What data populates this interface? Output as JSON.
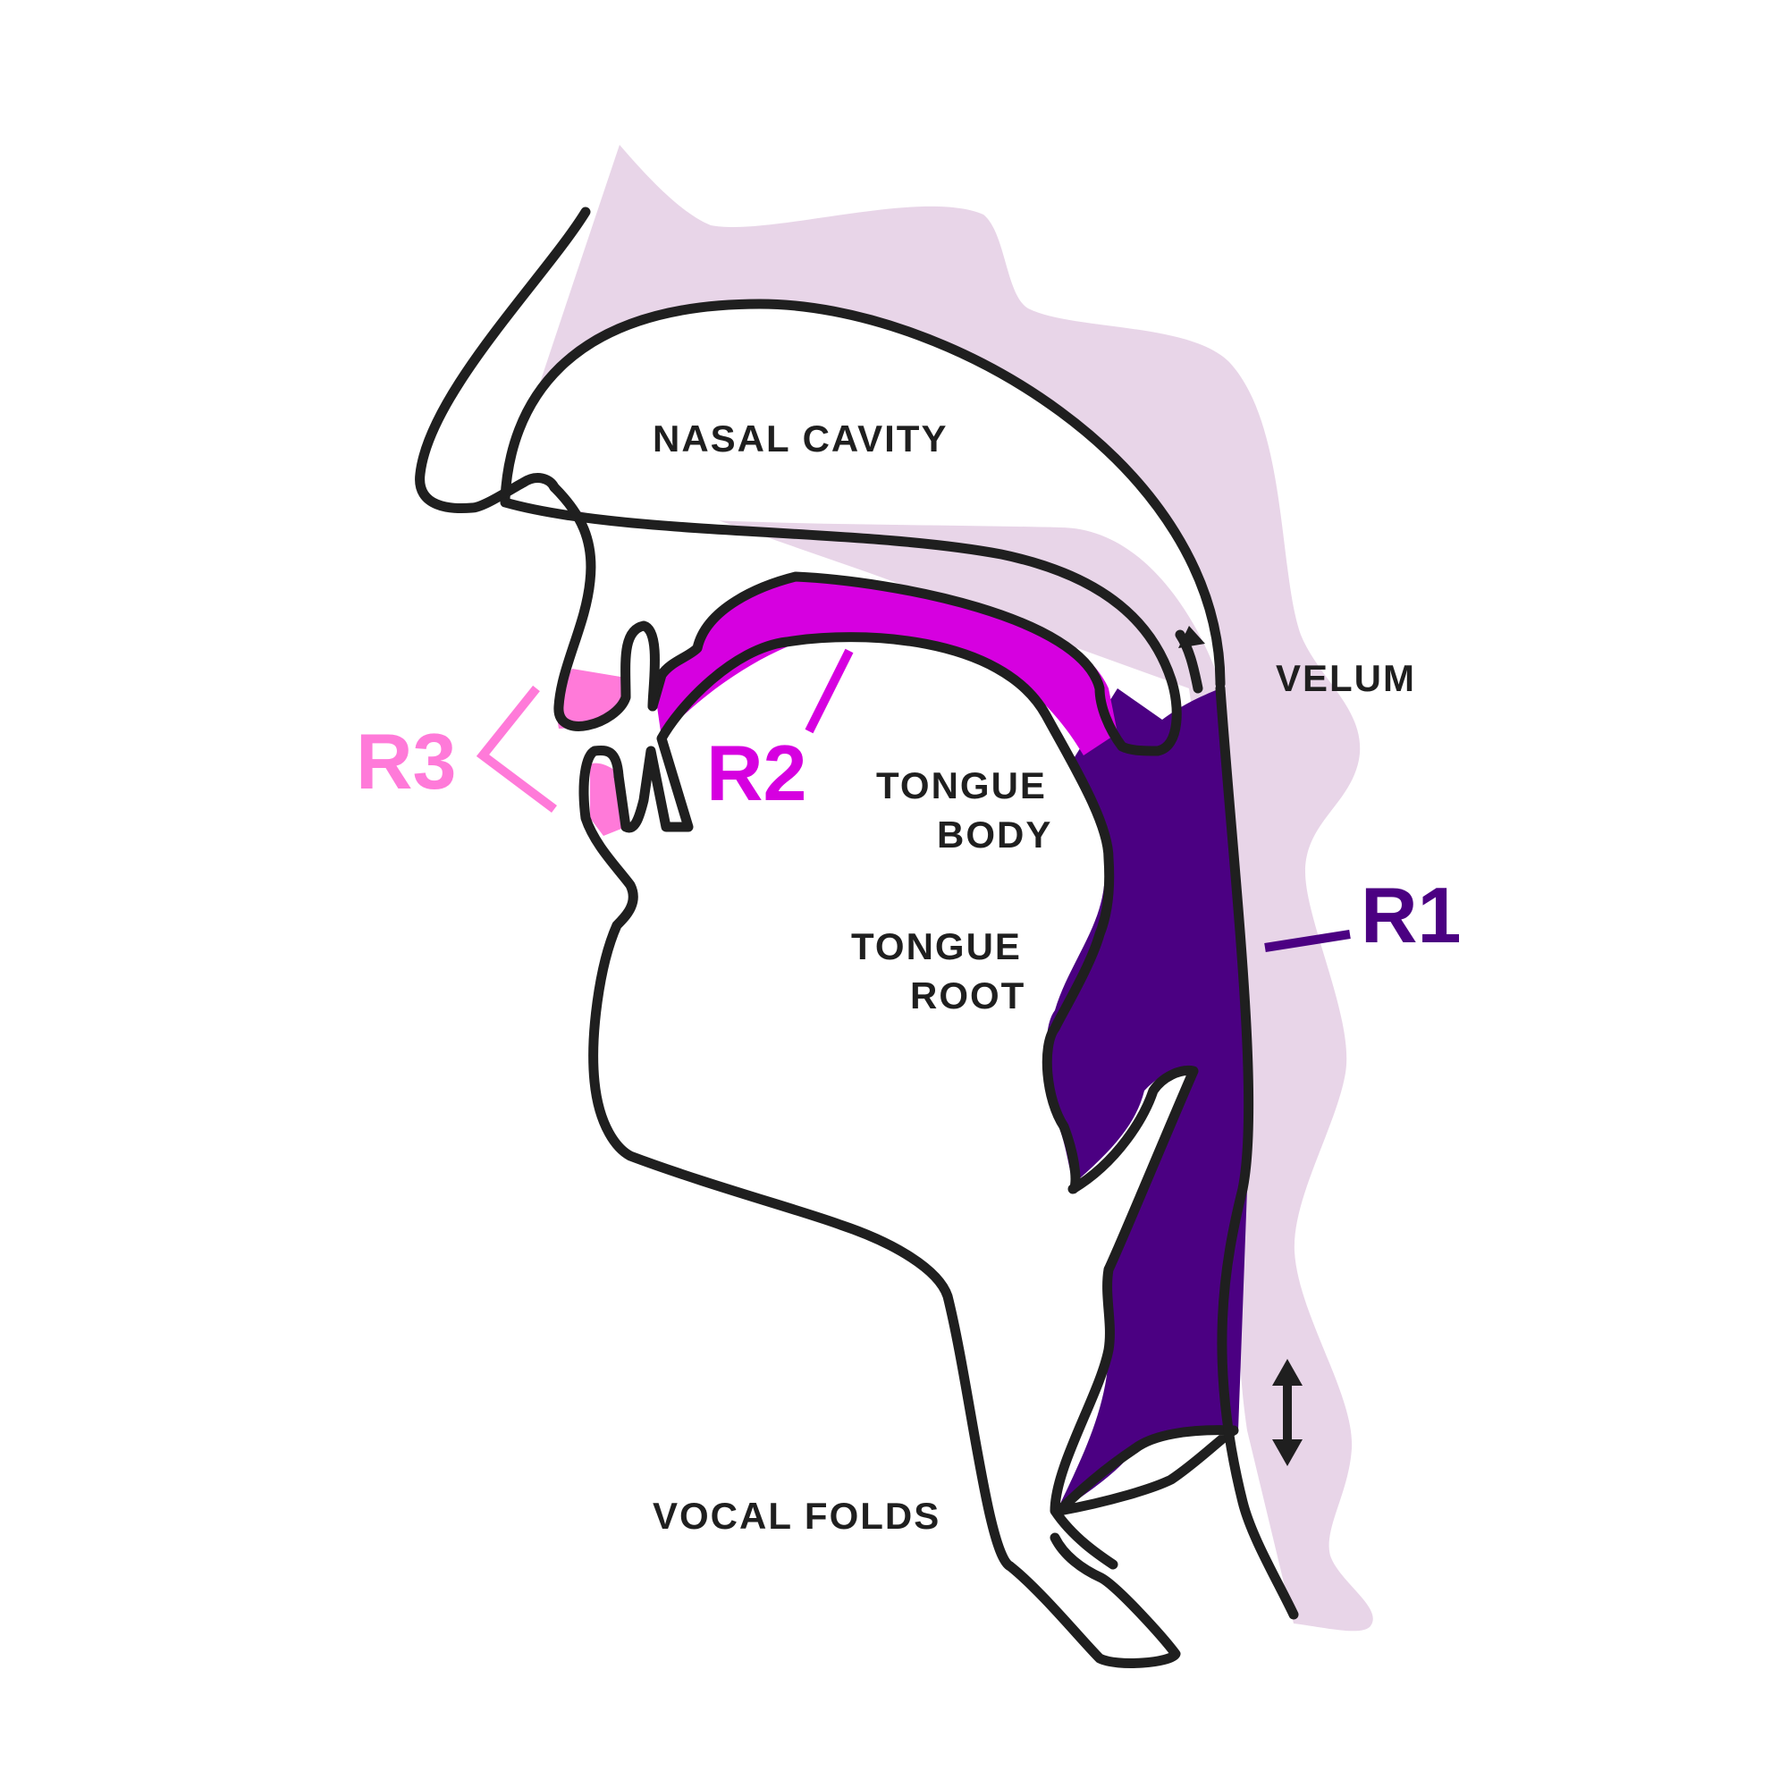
{
  "labels": {
    "nasal_cavity": "NASAL CAVITY",
    "velum": "VELUM",
    "tongue_body_1": "TONGUE",
    "tongue_body_2": "BODY",
    "tongue_root_1": "TONGUE",
    "tongue_root_2": "ROOT",
    "vocal_folds": "VOCAL FOLDS"
  },
  "regions": {
    "r1": "R1",
    "r2": "R2",
    "r3": "R3"
  },
  "colors": {
    "skin": "#e8d5e8",
    "r1": "#4b0082",
    "r2": "#d600e0",
    "r3": "#ff7ad9",
    "outline": "#1f1f1f"
  }
}
